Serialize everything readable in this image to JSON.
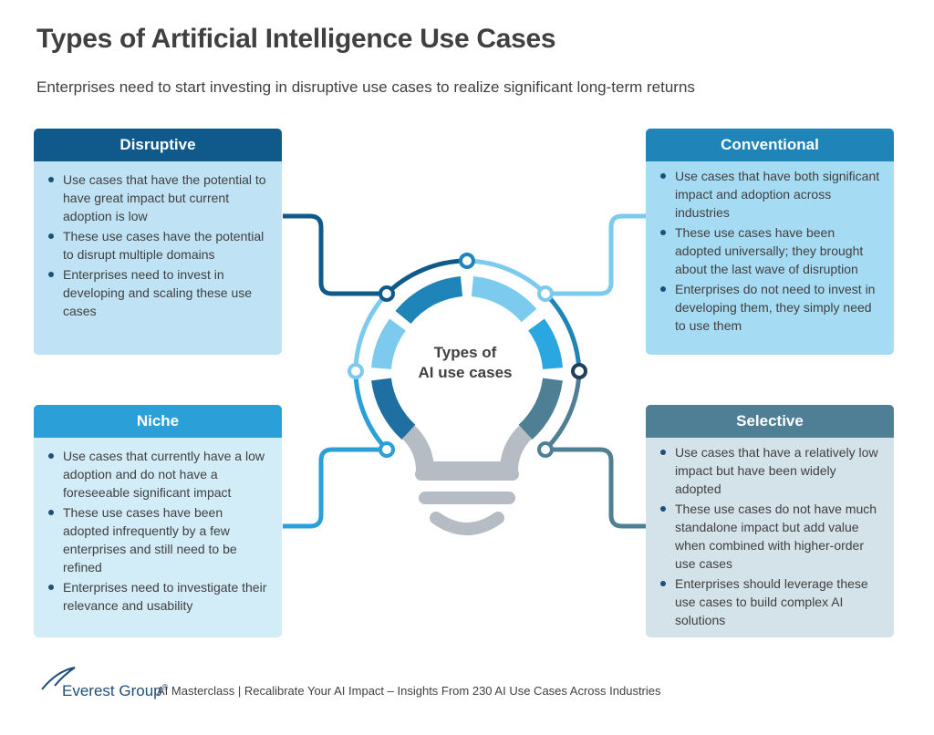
{
  "header": {
    "title": "Types of Artificial Intelligence Use Cases",
    "subtitle": "Enterprises need to start investing in disruptive use cases to realize significant long-term returns"
  },
  "center": {
    "label_line1": "Types of",
    "label_line2": "AI use cases"
  },
  "quadrants": {
    "disruptive": {
      "title": "Disruptive",
      "bullets": [
        "Use cases that have the potential to have great impact but current adoption is low",
        "These use cases have the potential to disrupt multiple domains",
        "Enterprises need to invest in developing and scaling these use cases"
      ]
    },
    "conventional": {
      "title": "Conventional",
      "bullets": [
        "Use cases that have both significant impact and adoption across industries",
        "These use cases have been adopted universally; they brought about the last wave of disruption",
        "Enterprises do not need to invest in developing them, they simply need to use them"
      ]
    },
    "niche": {
      "title": "Niche",
      "bullets": [
        "Use cases that currently have a low adoption and do not have a foreseeable significant impact",
        "These use cases have been adopted infrequently by a few enterprises and still need to be refined",
        "Enterprises need to investigate their relevance and usability"
      ]
    },
    "selective": {
      "title": "Selective",
      "bullets": [
        "Use cases that have a relatively low impact but have been widely adopted",
        "These use cases do not have much standalone impact but add value when combined with higher-order use cases",
        "Enterprises should leverage these use cases to build complex AI solutions"
      ]
    }
  },
  "footer": {
    "logo": "Everest Group",
    "logo_mark": "®",
    "text": "AI Masterclass | Recalibrate Your AI Impact – Insights From 230 AI Use Cases Across Industries"
  },
  "colors": {
    "disruptive": "#0f5a8a",
    "conventional": "#1f84b8",
    "niche": "#2a9fd8",
    "selective": "#4f7f94",
    "bulb_base": "#b5bcc3"
  }
}
